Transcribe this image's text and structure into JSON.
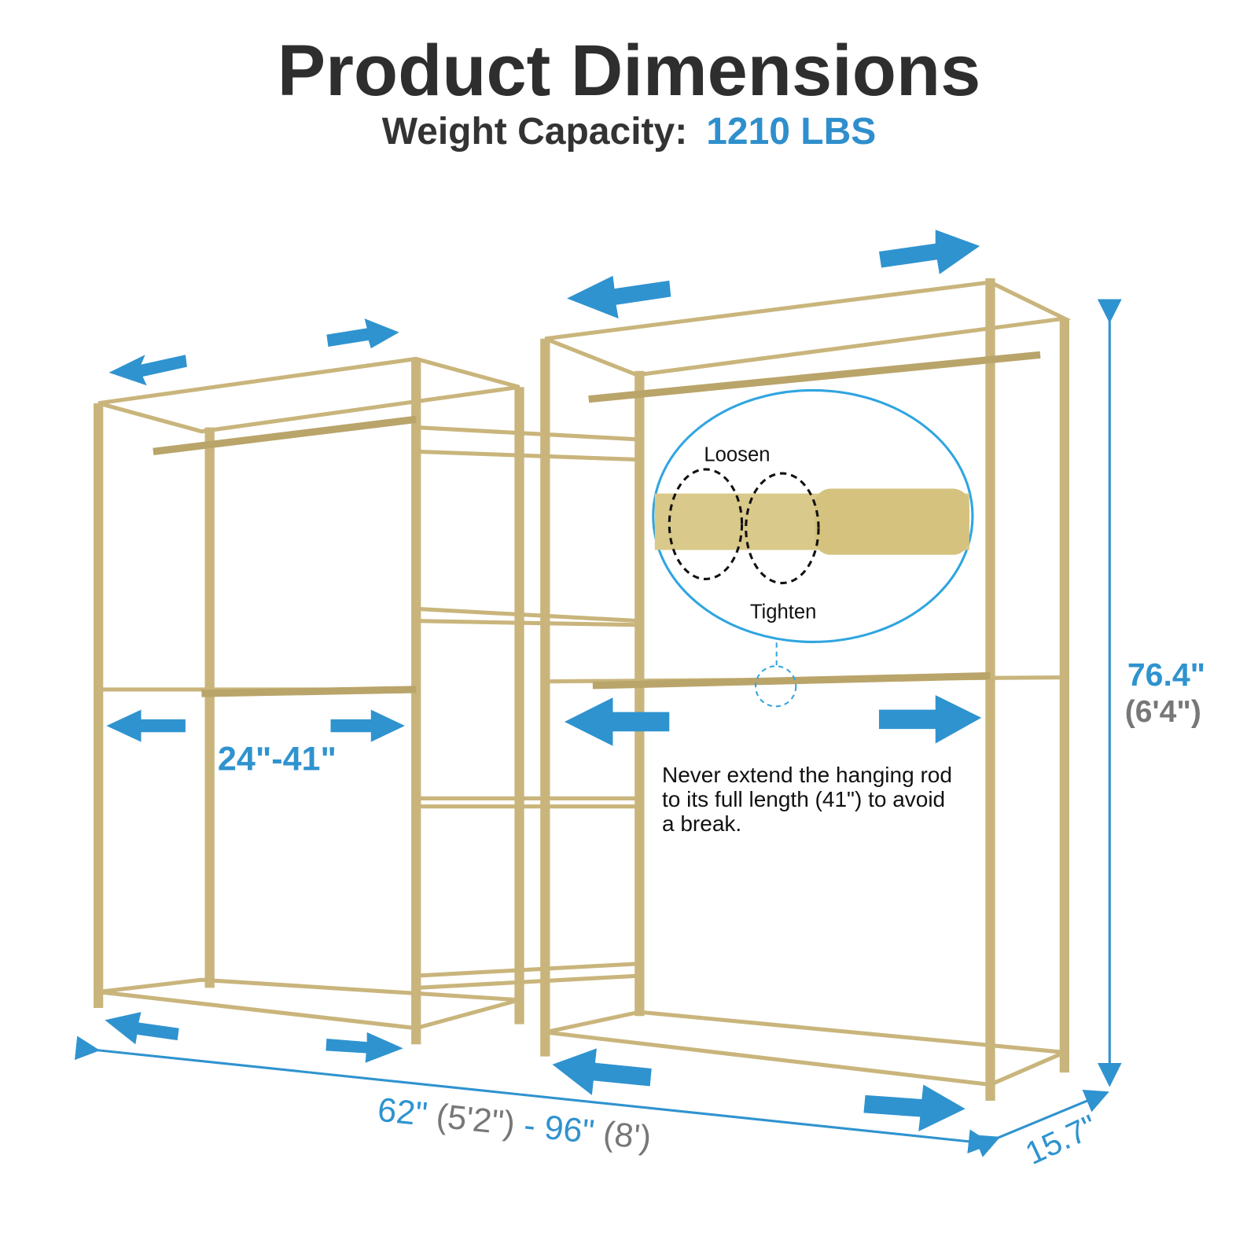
{
  "header": {
    "title": "Product Dimensions",
    "capacity_label": "Weight Capacity:",
    "capacity_value": "1210 LBS"
  },
  "inset": {
    "loosen_label": "Loosen",
    "tighten_label": "Tighten"
  },
  "dimensions": {
    "rod_range": "24\"-41\"",
    "height_in": "76.4\"",
    "height_ft": "(6'4\")",
    "width_min_in": "62\"",
    "width_min_ft": "(5'2\")",
    "width_sep": "-",
    "width_max_in": "96\"",
    "width_max_ft": "(8')",
    "depth_in": "15.7\""
  },
  "note": "Never extend the hanging rod to its full length (41\") to avoid a break.",
  "colors": {
    "accent": "#2f93cf",
    "frame": "#c9b57c",
    "gray_text": "#777777",
    "title": "#2e2e2e"
  }
}
